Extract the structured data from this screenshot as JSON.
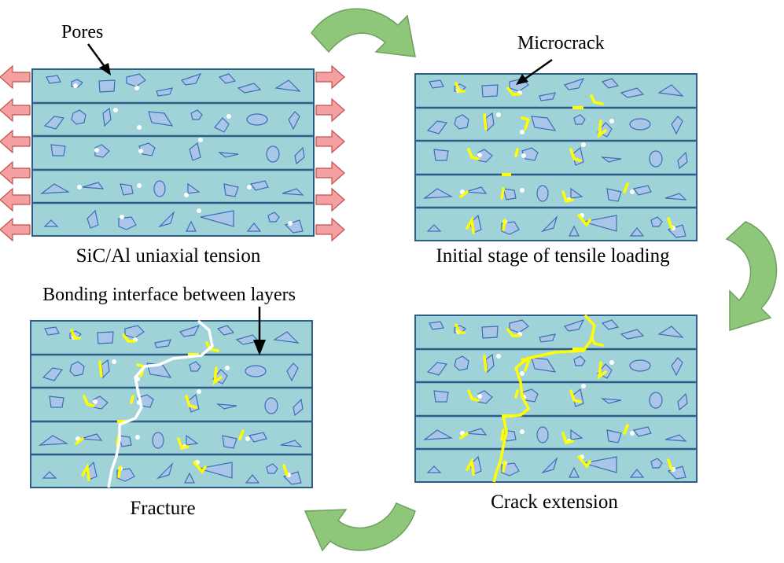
{
  "labels": {
    "pores": "Pores",
    "microcrack": "Microcrack",
    "bonding_interface": "Bonding interface between layers"
  },
  "captions": {
    "panel_tension": "SiC/Al uniaxial tension",
    "panel_initial": "Initial stage of tensile loading",
    "panel_extension": "Crack extension",
    "panel_fracture": "Fracture"
  },
  "colors": {
    "layer_fill": "#9fd3d8",
    "layer_border": "#2f5d8a",
    "particle_fill": "#a9c6e8",
    "particle_stroke": "#3b6fb5",
    "pore": "#ffffff",
    "microcrack": "#ffff00",
    "fracture_path": "#ffffff",
    "cycle_arrow": "#8fc77a",
    "tension_arrow": "#f4a0a0"
  },
  "layers_per_panel": 5
}
